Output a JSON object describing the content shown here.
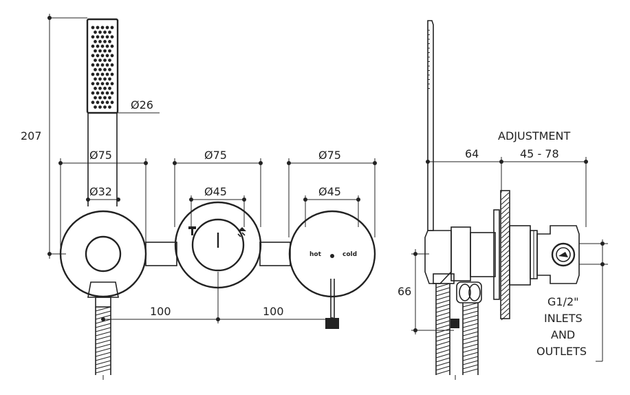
{
  "front_view": {
    "dim_height": "207",
    "dim_handpiece_dia": "Ø26",
    "dim_plate_1": "Ø75",
    "dim_plate_2": "Ø75",
    "dim_plate_3": "Ø75",
    "dim_bracket_dia": "Ø32",
    "dim_handle_2": "Ø45",
    "dim_handle_3": "Ø45",
    "dim_spacing_1": "100",
    "dim_spacing_2": "100",
    "label_hot": "hot",
    "label_cold": "cold"
  },
  "side_view": {
    "adjustment_title": "ADJUSTMENT",
    "adjustment_range": "45 - 78",
    "dim_projection": "64",
    "dim_offset": "66",
    "note_lines": [
      "G1/2\"",
      "INLETS",
      "AND",
      "OUTLETS"
    ]
  }
}
